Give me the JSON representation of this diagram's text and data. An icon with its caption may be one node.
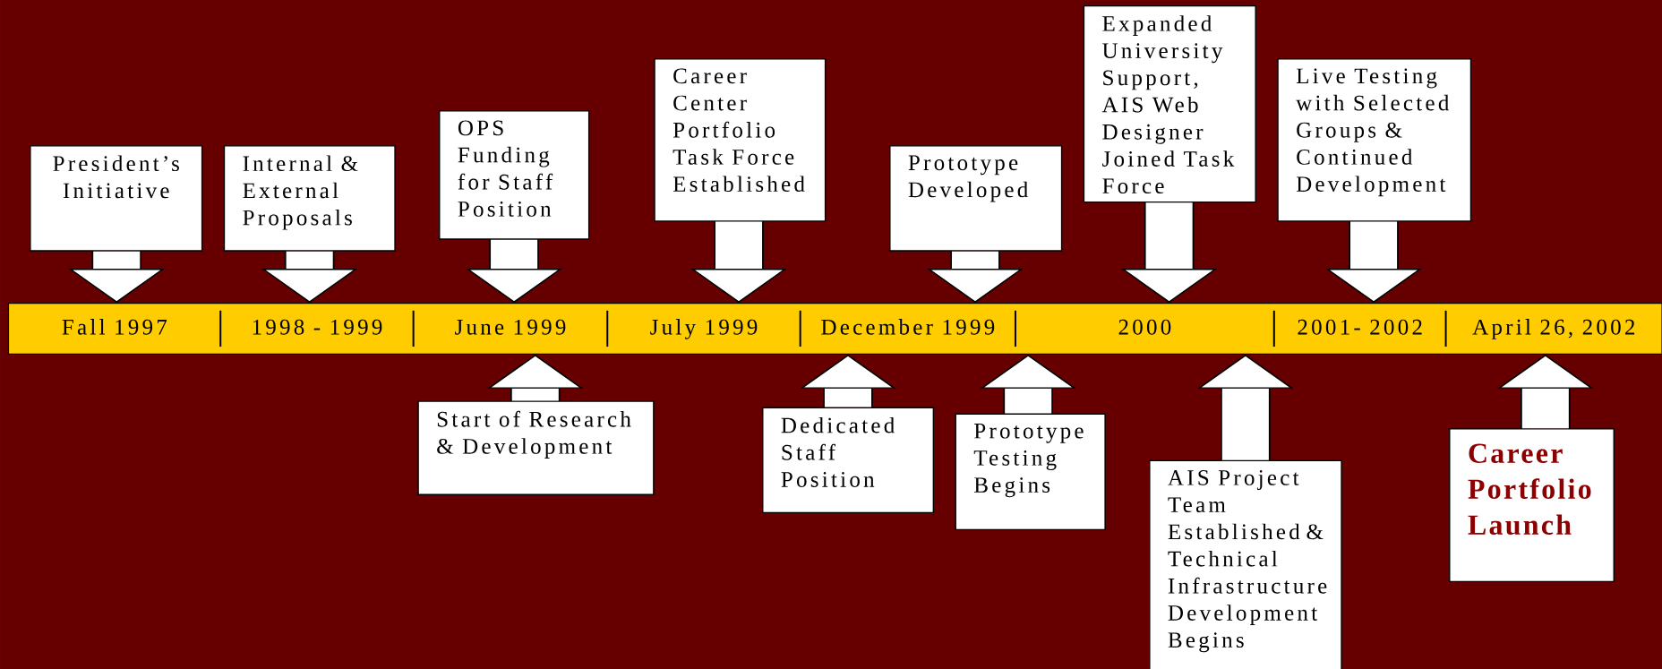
{
  "diagram": {
    "nodes": [
      {
        "text": [],
        "shape": "bar"
      },
      {
        "text": [
          "Fall 1997"
        ],
        "in": 0
      },
      {
        "text": [
          "1998 - 1999"
        ],
        "in": 0
      },
      {
        "text": [
          "June 1999"
        ],
        "in": 0
      },
      {
        "text": [
          "July 1999"
        ],
        "in": 0
      },
      {
        "text": [
          "December 1999"
        ],
        "in": 0
      },
      {
        "text": [
          "2000"
        ],
        "in": 0
      },
      {
        "text": [
          "2001- 2002"
        ],
        "in": 0
      },
      {
        "text": [
          "April 26, 2002"
        ],
        "in": 0
      },
      {
        "text": [
          "President’s Initiative"
        ]
      },
      {
        "text": [
          "Internal & External Proposals"
        ]
      },
      {
        "text": [
          "OPS Funding for Staff Position"
        ]
      },
      {
        "text": [
          "Career Center Portfolio Task Force Established"
        ]
      },
      {
        "text": [
          "Prototype Developed"
        ]
      },
      {
        "text": [
          "Expanded University Support, AIS Web Designer Joined Task Force"
        ]
      },
      {
        "text": [
          "Live Testing with Selected Groups & Continued Development"
        ]
      },
      {
        "text": [
          "Start of Research & Development"
        ]
      },
      {
        "text": [
          "Dedicated Staff Position"
        ]
      },
      {
        "text": [
          "Prototype Testing Begins"
        ]
      },
      {
        "text": [
          "AIS Project Team Established & Technical Infrastructure Development Begins"
        ]
      },
      {
        "text": [
          "Career Portfolio Launch"
        ]
      }
    ],
    "edges": [
      {
        "from": 9,
        "to": 0,
        "arrow": "to"
      },
      {
        "from": 10,
        "to": 0,
        "arrow": "to"
      },
      {
        "from": 11,
        "to": 0,
        "arrow": "to"
      },
      {
        "from": 12,
        "to": 0,
        "arrow": "to"
      },
      {
        "from": 13,
        "to": 0,
        "arrow": "to"
      },
      {
        "from": 14,
        "to": 0,
        "arrow": "to"
      },
      {
        "from": 15,
        "to": 0,
        "arrow": "to"
      },
      {
        "from": 16,
        "to": 0,
        "arrow": "to"
      },
      {
        "from": 17,
        "to": 0,
        "arrow": "to"
      },
      {
        "from": 18,
        "to": 0,
        "arrow": "to"
      },
      {
        "from": 19,
        "to": 0,
        "arrow": "to"
      },
      {
        "from": 20,
        "to": 0,
        "arrow": "to"
      }
    ]
  }
}
